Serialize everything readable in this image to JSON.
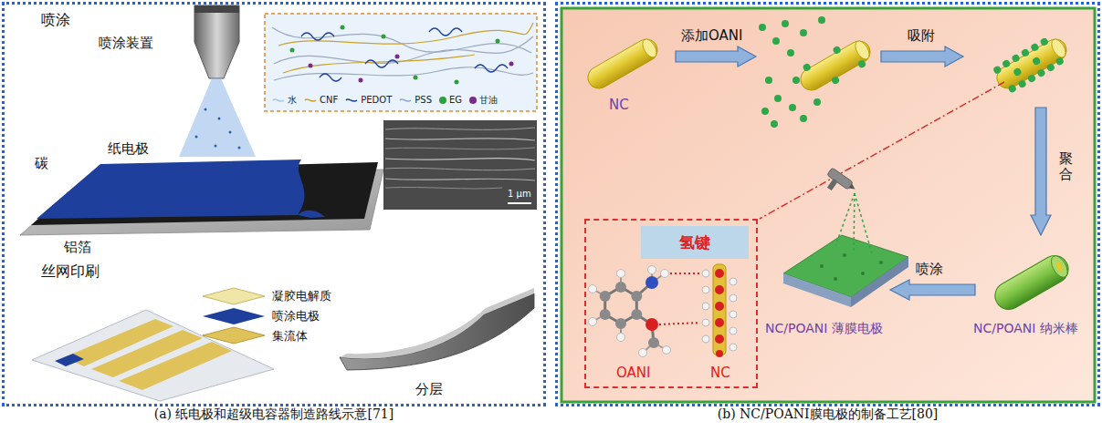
{
  "diagram": {
    "nodes": [
      {
        "text": [
          "(a) 纸电极和超级电容器制造路线示意[71]"
        ]
      },
      {
        "text": [
          "(b) NC/POANI膜电极的制备工艺[80]"
        ]
      },
      {
        "text": [
          "OANI",
          "NC"
        ],
        "in": 1
      },
      {
        "text": [
          "氢键"
        ],
        "in": 2
      }
    ],
    "labels": [
      "喷涂",
      "喷涂装置",
      "纸电极",
      "碳",
      "铝箔",
      "1 μm",
      "丝网印刷",
      "凝胶电解质",
      "喷涂电极",
      "集流体",
      "分层",
      "NC",
      "添加OANI",
      "吸附",
      "聚合",
      "NC/POANI 纳米棒",
      "喷涂",
      "NC/POANI 薄膜电极"
    ],
    "legend": [
      {
        "text": "水"
      },
      {
        "text": "CNF"
      },
      {
        "text": "PEDOT"
      },
      {
        "text": "PSS"
      },
      {
        "text": "EG",
        "color": "#2e9e3e"
      },
      {
        "text": "甘油",
        "color": "#7a2a8c"
      }
    ]
  }
}
